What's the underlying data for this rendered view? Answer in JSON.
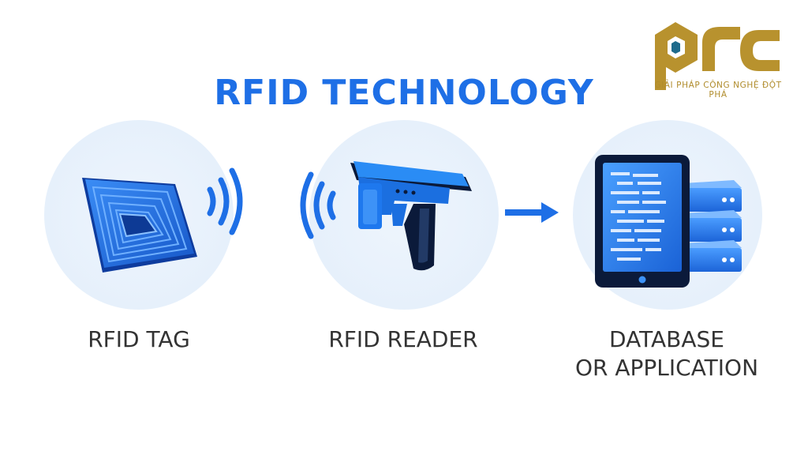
{
  "title": "RFID TECHNOLOGY",
  "brand": {
    "tagline": "GIẢI PHÁP CÔNG NGHỆ ĐỘT PHÁ",
    "gold": "#b8922e",
    "teal": "#1f6b8c"
  },
  "stages": [
    {
      "label": "RFID TAG",
      "icon": "rfid-tag-icon"
    },
    {
      "label": "RFID READER",
      "icon": "rfid-reader-icon"
    },
    {
      "label_line1": "DATABASE",
      "label_line2": "OR APPLICATION",
      "icon": "tablet-server-icon"
    }
  ],
  "colors": {
    "accent": "#1e6fe6",
    "icon_blue": "#2a7ef0",
    "icon_dark": "#0b1a3a",
    "label": "#333333"
  }
}
